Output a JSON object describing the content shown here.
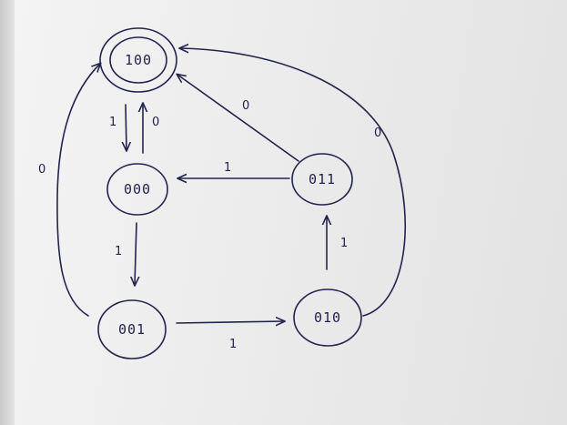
{
  "diagram": {
    "states": [
      {
        "id": "s100",
        "label": "100",
        "accepting": true
      },
      {
        "id": "s000",
        "label": "000",
        "accepting": false
      },
      {
        "id": "s001",
        "label": "001",
        "accepting": false
      },
      {
        "id": "s010",
        "label": "010",
        "accepting": false
      },
      {
        "id": "s011",
        "label": "011",
        "accepting": false
      }
    ],
    "transitions": [
      {
        "from": "100",
        "to": "000",
        "label": "1"
      },
      {
        "from": "000",
        "to": "100",
        "label": "0"
      },
      {
        "from": "011",
        "to": "000",
        "label": "1"
      },
      {
        "from": "011",
        "to": "100",
        "label": "0"
      },
      {
        "from": "010",
        "to": "100",
        "label": "0"
      },
      {
        "from": "000",
        "to": "001",
        "label": "1"
      },
      {
        "from": "001",
        "to": "100",
        "label": "0"
      },
      {
        "from": "001",
        "to": "010",
        "label": "1"
      },
      {
        "from": "010",
        "to": "011",
        "label": "1"
      }
    ]
  }
}
